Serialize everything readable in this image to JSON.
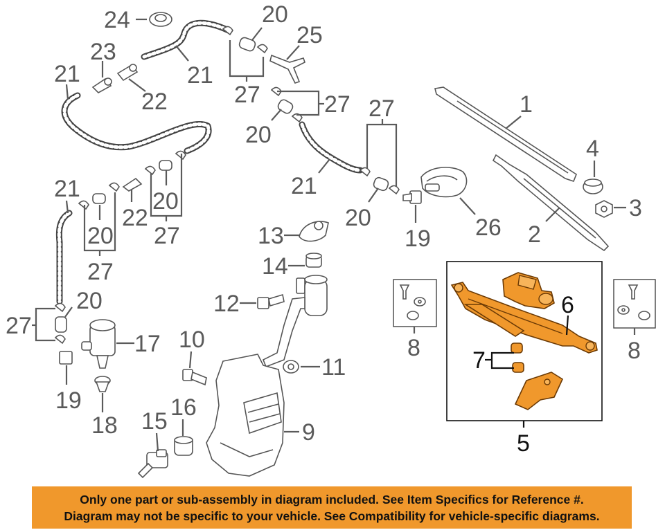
{
  "callouts": {
    "c1": "1",
    "c2": "2",
    "c3": "3",
    "c4": "4",
    "c5": "5",
    "c6": "6",
    "c7": "7",
    "c8a": "8",
    "c8b": "8",
    "c9": "9",
    "c10": "10",
    "c11": "11",
    "c12": "12",
    "c13": "13",
    "c14": "14",
    "c15": "15",
    "c16": "16",
    "c17": "17",
    "c18": "18",
    "c19a": "19",
    "c19b": "19",
    "c20a": "20",
    "c20b": "20",
    "c20c": "20",
    "c20d": "20",
    "c20e": "20",
    "c20f": "20",
    "c21a": "21",
    "c21b": "21",
    "c21c": "21",
    "c21d": "21",
    "c22a": "22",
    "c22b": "22",
    "c23": "23",
    "c24": "24",
    "c25": "25",
    "c26": "26",
    "c27a": "27",
    "c27b": "27",
    "c27c": "27",
    "c27d": "27",
    "c27e": "27",
    "c27f": "27"
  },
  "footer": {
    "line1": "Only one part or sub-assembly in diagram included. See Item Specifics for Reference #.",
    "line2": "Diagram may not be specific to your vehicle. See Compatibility for vehicle-specific diagrams."
  },
  "colors": {
    "highlight": "#f0982c",
    "line": "#5a5a5a",
    "background": "#ffffff"
  }
}
